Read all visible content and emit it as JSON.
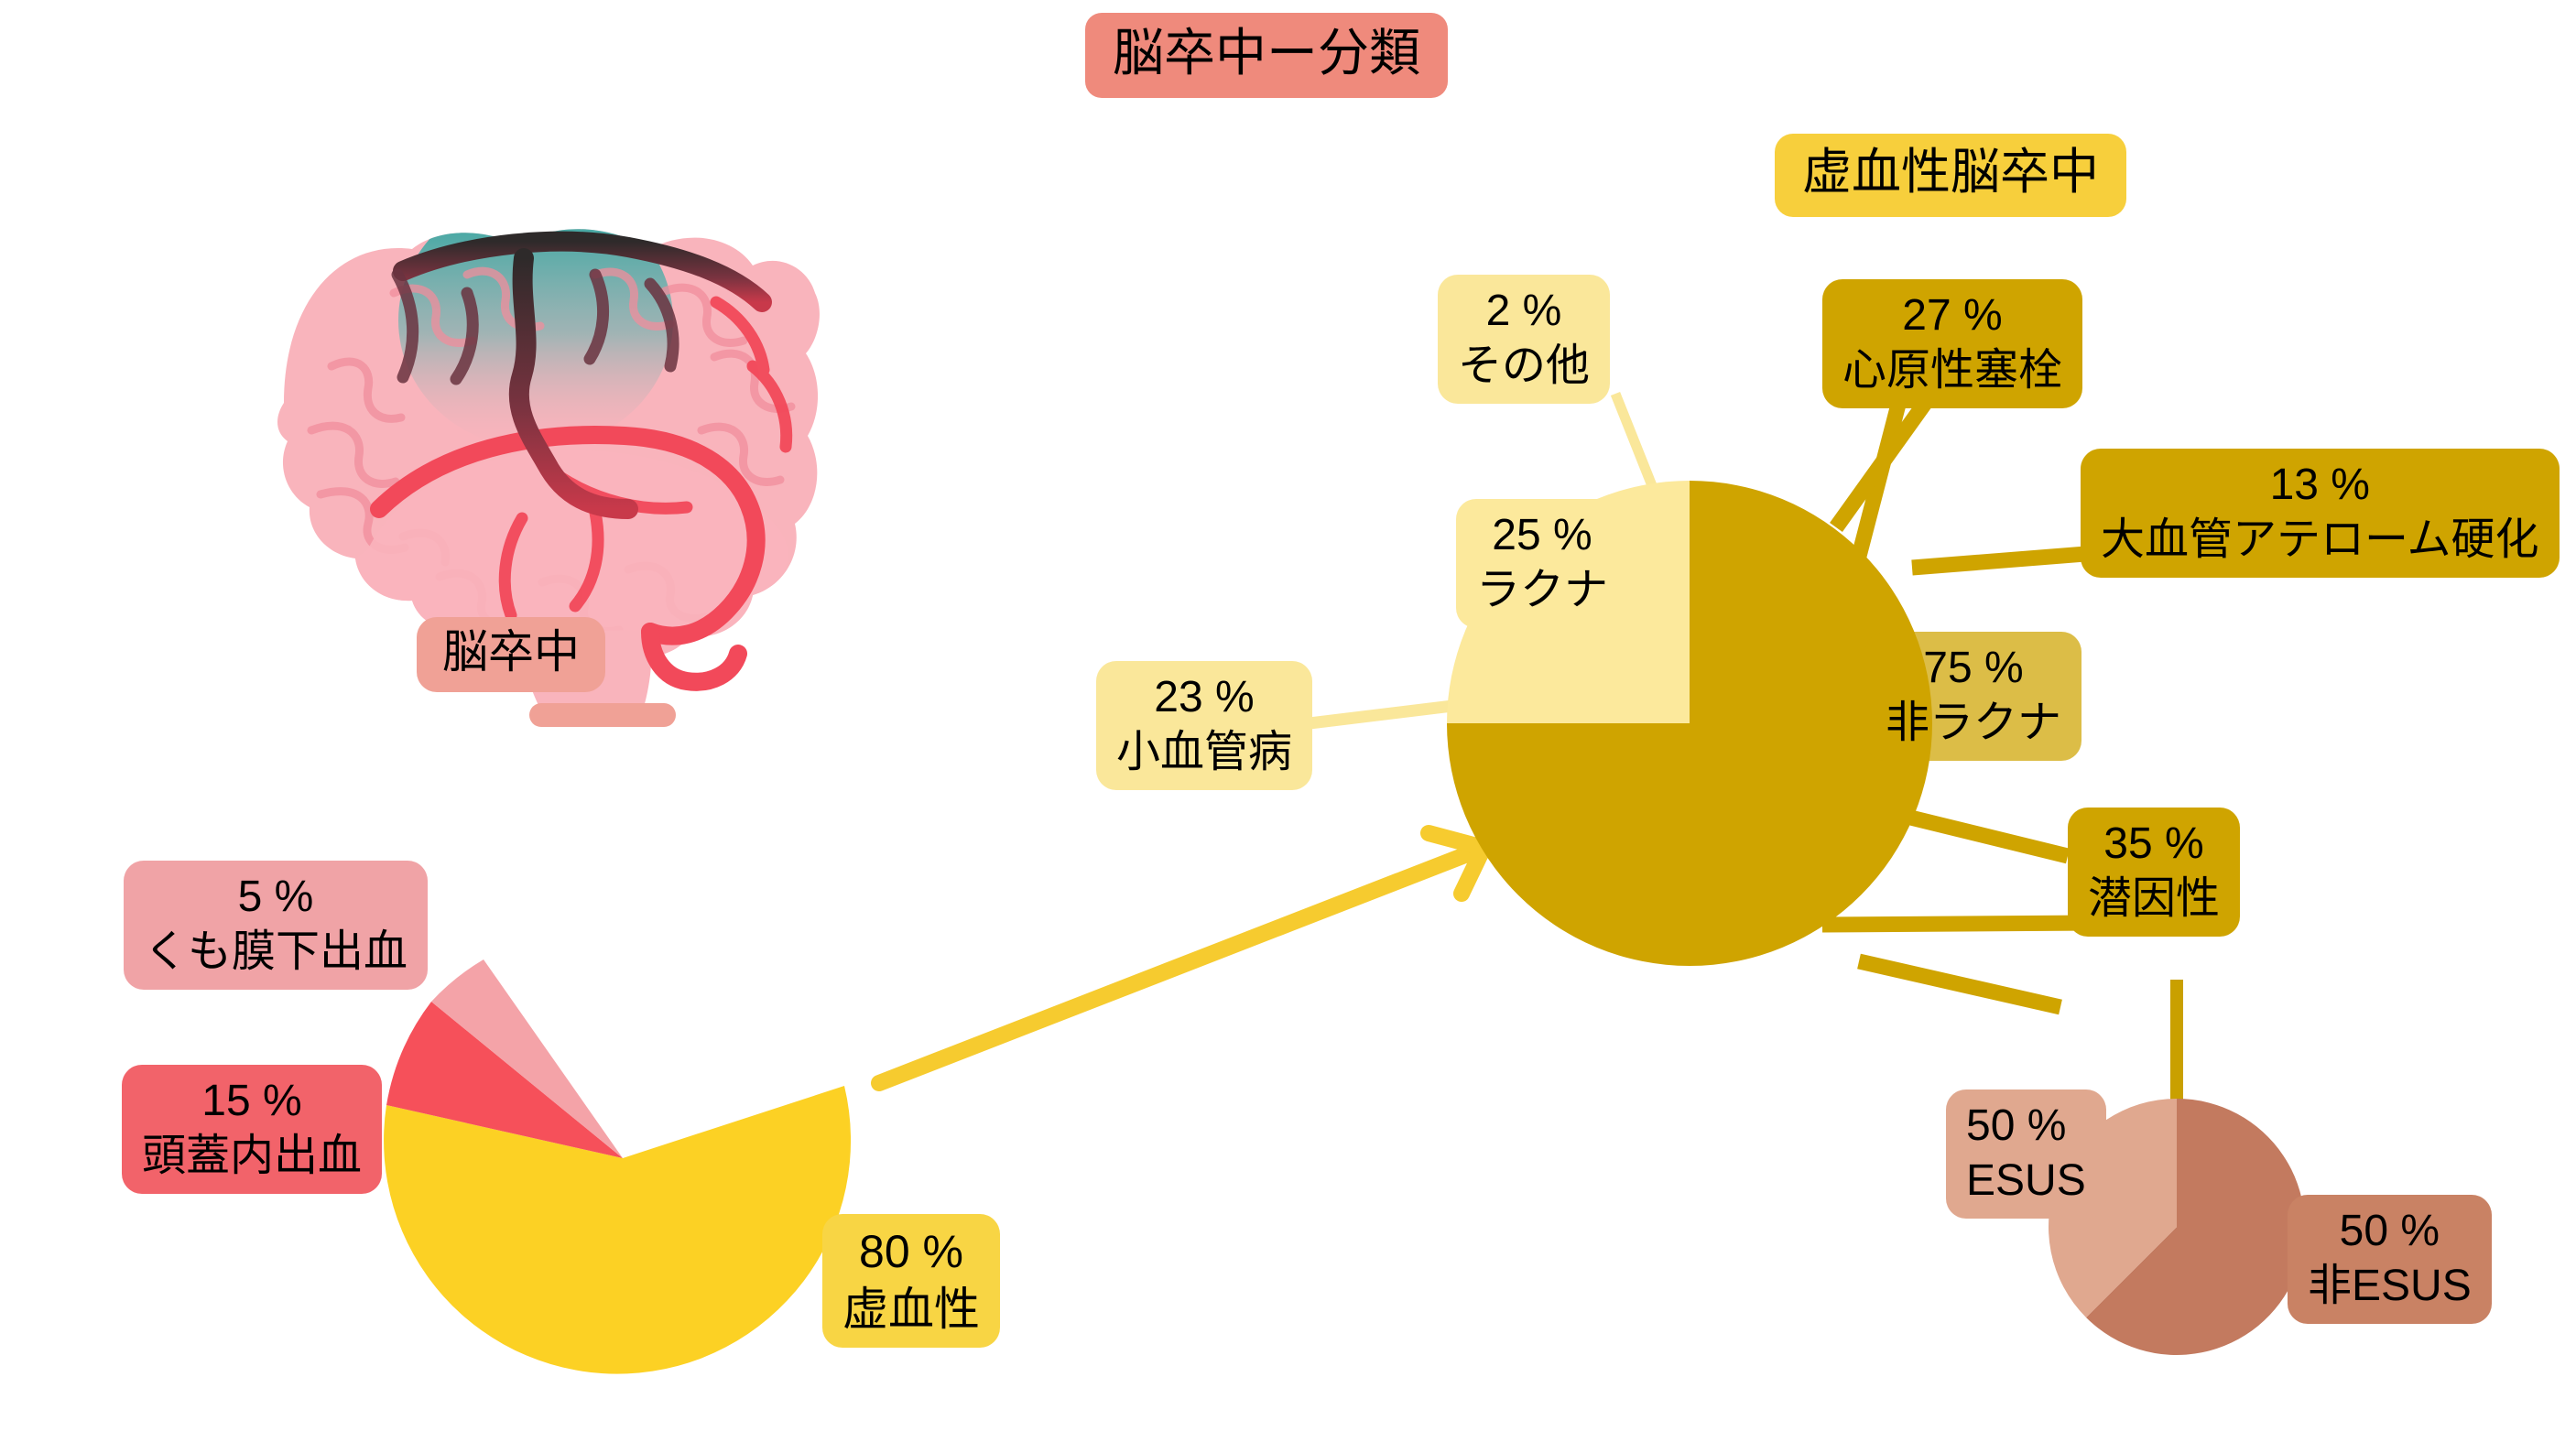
{
  "header": {
    "title": "脳卒中ー分類",
    "title_bg": "#ef8a7c",
    "subtitle": "虚血性脳卒中",
    "subtitle_bg": "#f7cf3c"
  },
  "illustration": {
    "name": "brain-illustration",
    "caption": "脳卒中",
    "caption_bg": "#f0a196",
    "brain_fill": "#f9b4bc",
    "vessel_color": "#f2495a",
    "ischemic_region_color": "#20a8a0"
  },
  "arrow": {
    "name": "ischemic-link-arrow",
    "color": "#f6cb2f"
  },
  "chart_data": [
    {
      "type": "pie",
      "name": "stroke-overview-pie",
      "title": "脳卒中",
      "categories": [
        "虚血性",
        "頭蓋内出血",
        "くも膜下出血"
      ],
      "values": [
        80,
        15,
        5
      ],
      "unit": "%",
      "colors": [
        "#fcd124",
        "#f6505a",
        "#f4a3a8"
      ],
      "labels": [
        {
          "pct": "80 %",
          "name": "虚血性",
          "bg": "#f8d544"
        },
        {
          "pct": "15 %",
          "name": "頭蓋内出血",
          "bg": "#f2636a"
        },
        {
          "pct": "5 %",
          "name": "くも膜下出血",
          "bg": "#f0a3a6"
        }
      ]
    },
    {
      "type": "pie",
      "name": "ischemic-stroke-pie",
      "title": "虚血性脳卒中",
      "categories": [
        "非ラクナ",
        "ラクナ"
      ],
      "values": [
        75,
        25
      ],
      "unit": "%",
      "colors": [
        "#cfa400",
        "#fce99c"
      ],
      "labels": [
        {
          "pct": "75 %",
          "name": "非ラクナ",
          "bg": "rgba(207,164,0,0.72)"
        },
        {
          "pct": "25 %",
          "name": "ラクナ",
          "bg": "#fce99c"
        },
        {
          "pct": "2 %",
          "name": "その他",
          "bg": "#fae79a"
        },
        {
          "pct": "23 %",
          "name": "小血管病",
          "bg": "#fae79a"
        },
        {
          "pct": "27 %",
          "name": "心原性塞栓",
          "bg": "#cfa400"
        },
        {
          "pct": "13 %",
          "name": "大血管アテローム硬化",
          "bg": "#cfa400"
        },
        {
          "pct": "35 %",
          "name": "潜因性",
          "bg": "#cfa400"
        }
      ],
      "subcategories": [
        {
          "label": "心原性塞栓",
          "value": 27
        },
        {
          "label": "大血管アテローム硬化",
          "value": 13
        },
        {
          "label": "潜因性",
          "value": 35
        },
        {
          "label": "小血管病",
          "value": 23
        },
        {
          "label": "その他",
          "value": 2
        }
      ]
    },
    {
      "type": "pie",
      "name": "cryptogenic-esus-pie",
      "title": "潜因性",
      "categories": [
        "非ESUS",
        "ESUS"
      ],
      "values": [
        50,
        50
      ],
      "unit": "%",
      "colors": [
        "#c37a5f",
        "#e0a88f"
      ],
      "labels": [
        {
          "pct": "50 %",
          "name": "ESUS",
          "bg": "#e0a88f"
        },
        {
          "pct": "50 %",
          "name": "非ESUS",
          "bg": "#c98264"
        }
      ]
    }
  ],
  "labels": {
    "stroke_ischemic": {
      "pct": "80 %",
      "name": "虚血性"
    },
    "stroke_ich": {
      "pct": "15 %",
      "name": "頭蓋内出血"
    },
    "stroke_sah": {
      "pct": "5 %",
      "name": "くも膜下出血"
    },
    "isch_nonlacunar": {
      "pct": "75 %",
      "name": "非ラクナ"
    },
    "isch_lacunar": {
      "pct": "25 %",
      "name": "ラクナ"
    },
    "isch_other": {
      "pct": "2 %",
      "name": "その他"
    },
    "isch_smallvessel": {
      "pct": "23 %",
      "name": "小血管病"
    },
    "isch_cardio": {
      "pct": "27 %",
      "name": "心原性塞栓"
    },
    "isch_largeartery": {
      "pct": "13 %",
      "name": "大血管アテローム硬化"
    },
    "isch_cryptogenic": {
      "pct": "35 %",
      "name": "潜因性"
    },
    "esus": {
      "pct": "50 %",
      "name": "ESUS"
    },
    "non_esus": {
      "pct": "50 %",
      "name": "非ESUS"
    }
  }
}
